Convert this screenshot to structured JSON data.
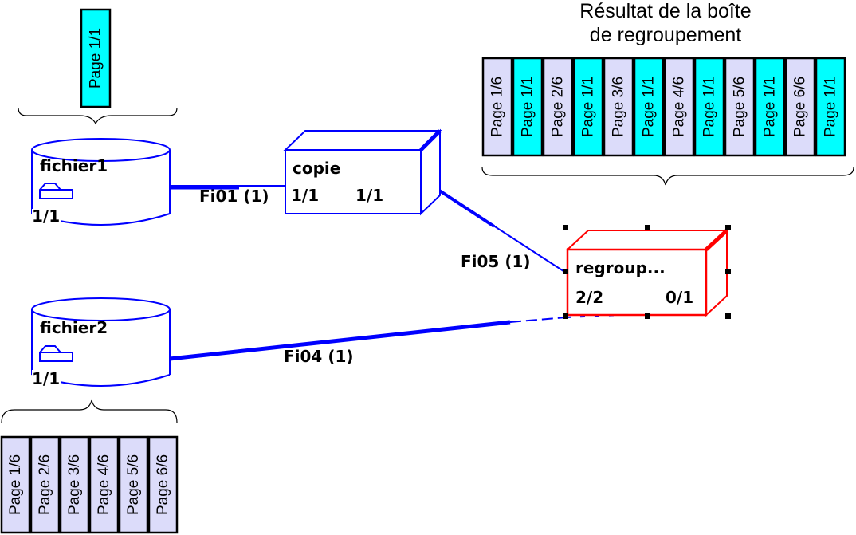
{
  "colors": {
    "node_blue": "#0000ff",
    "node_selected": "#ff0000",
    "page_single": "#00ffff",
    "page_multi": "#dcdcfa",
    "outline": "#000000"
  },
  "top_single_stack": {
    "pages": [
      {
        "label": "Page 1/1",
        "kind": "single"
      }
    ]
  },
  "bottom_multi_stack": {
    "pages": [
      {
        "label": "Page 1/6",
        "kind": "multi"
      },
      {
        "label": "Page 2/6",
        "kind": "multi"
      },
      {
        "label": "Page 3/6",
        "kind": "multi"
      },
      {
        "label": "Page 4/6",
        "kind": "multi"
      },
      {
        "label": "Page 5/6",
        "kind": "multi"
      },
      {
        "label": "Page 6/6",
        "kind": "multi"
      }
    ]
  },
  "result": {
    "title_line1": "Résultat de la boîte",
    "title_line2": "de regroupement",
    "pages": [
      {
        "label": "Page 1/6",
        "kind": "multi"
      },
      {
        "label": "Page 1/1",
        "kind": "single"
      },
      {
        "label": "Page 2/6",
        "kind": "multi"
      },
      {
        "label": "Page 1/1",
        "kind": "single"
      },
      {
        "label": "Page 3/6",
        "kind": "multi"
      },
      {
        "label": "Page 1/1",
        "kind": "single"
      },
      {
        "label": "Page 4/6",
        "kind": "multi"
      },
      {
        "label": "Page 1/1",
        "kind": "single"
      },
      {
        "label": "Page 5/6",
        "kind": "multi"
      },
      {
        "label": "Page 1/1",
        "kind": "single"
      },
      {
        "label": "Page 6/6",
        "kind": "multi"
      },
      {
        "label": "Page 1/1",
        "kind": "single"
      }
    ]
  },
  "nodes": {
    "fichier1": {
      "name": "fichier1",
      "count": "1/1",
      "icon": "folder-tray-icon"
    },
    "fichier2": {
      "name": "fichier2",
      "count": "1/1",
      "icon": "folder-tray-icon"
    },
    "copie": {
      "name": "copie",
      "in_count": "1/1",
      "out_count": "1/1"
    },
    "regroup": {
      "name": "regroup...",
      "in_count": "2/2",
      "out_count": "0/1",
      "selected": true
    }
  },
  "links": {
    "fi01": {
      "label": "Fi01 (1)"
    },
    "fi04": {
      "label": "Fi04 (1)"
    },
    "fi05": {
      "label": "Fi05 (1)"
    }
  }
}
